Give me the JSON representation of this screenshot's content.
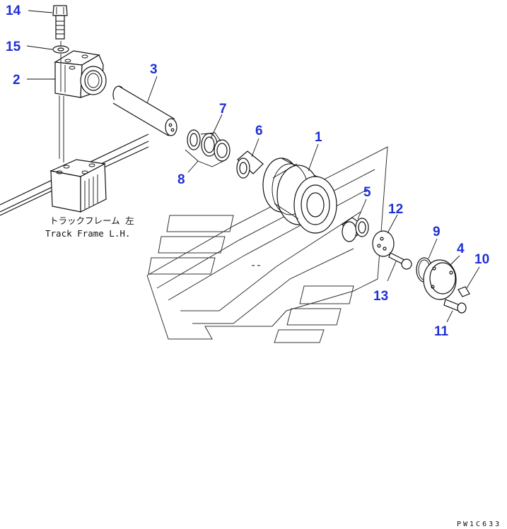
{
  "callouts": [
    "14",
    "15",
    "2",
    "3",
    "7",
    "6",
    "1",
    "8",
    "5",
    "12",
    "9",
    "4",
    "10",
    "13",
    "11"
  ],
  "frame_label": {
    "japanese": "トラックフレーム 左",
    "english": "Track Frame L.H."
  },
  "drawing_code": "PW1C633"
}
